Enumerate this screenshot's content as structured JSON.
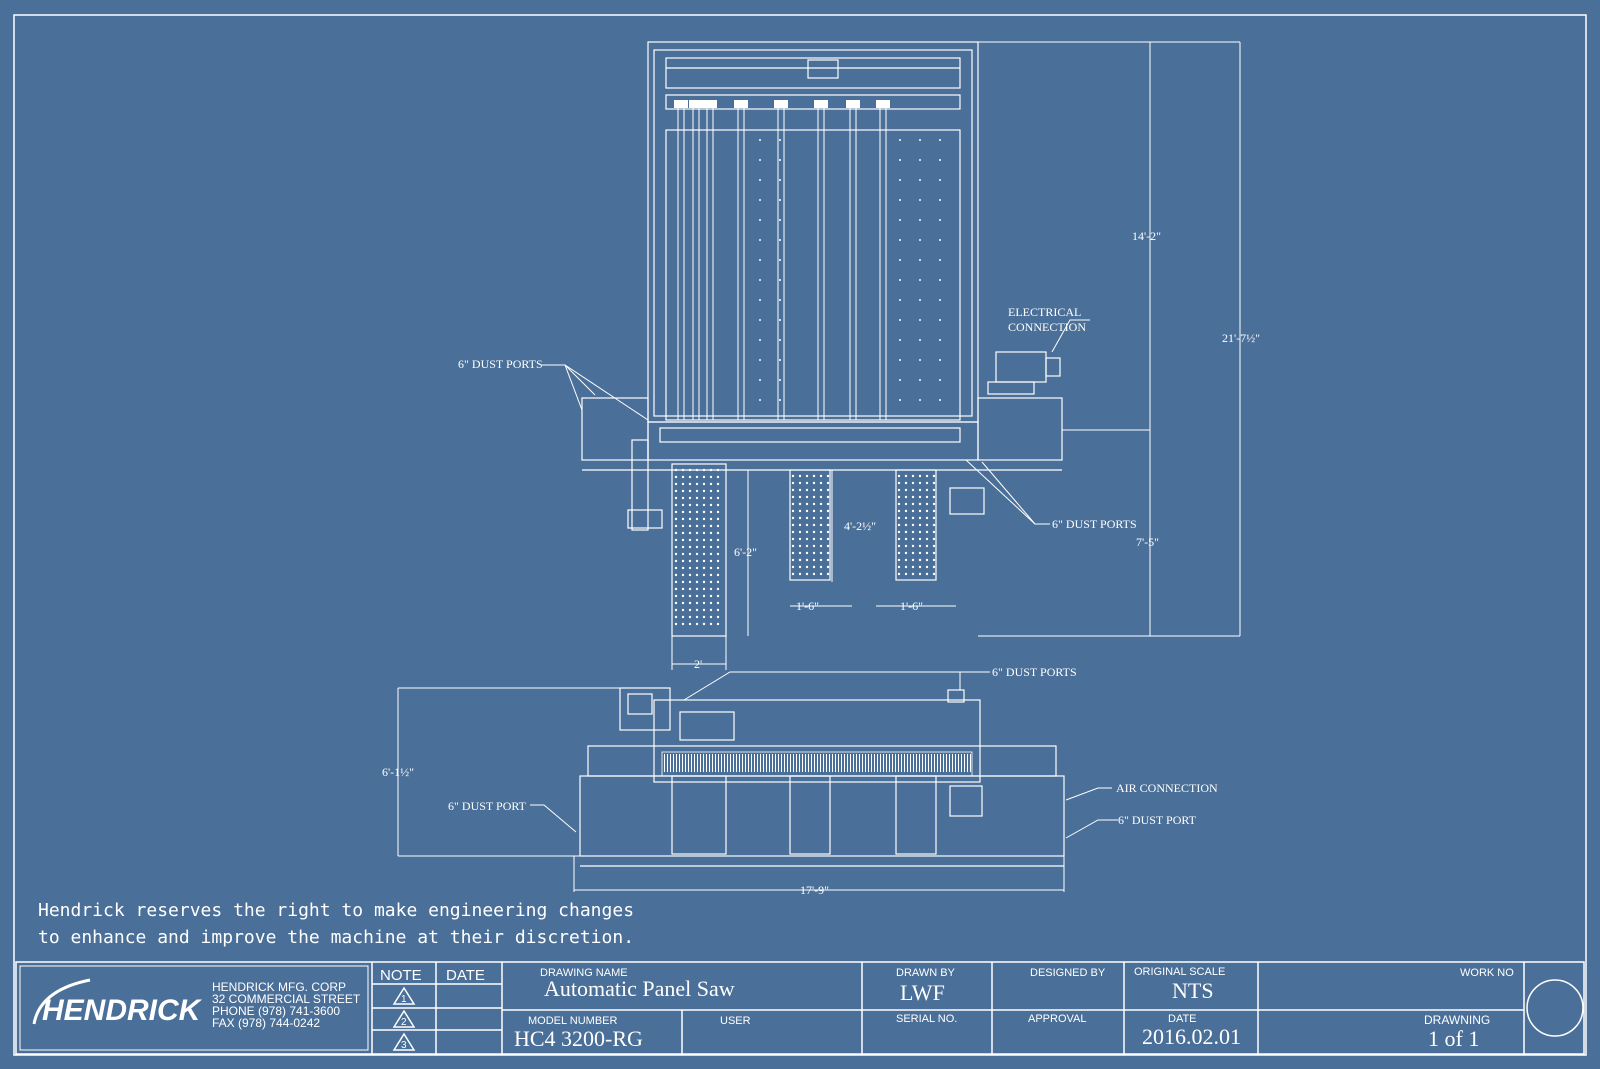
{
  "drawing": {
    "labels": {
      "dust_ports_left_top": "6\" DUST PORTS",
      "dust_ports_right_top": "6\" DUST PORTS",
      "dust_ports_front_top": "6\" DUST PORTS",
      "dust_port_left_front": "6\" DUST PORT",
      "dust_port_right_front": "6\" DUST PORT",
      "electrical_1": "ELECTRICAL",
      "electrical_2": "CONNECTION",
      "air_connection": "AIR CONNECTION"
    },
    "dimensions": {
      "height_upper": "14'-2\"",
      "height_total": "21'-7½\"",
      "height_lower": "7'-5\"",
      "support_len": "6'-2\"",
      "support_spacing": "4'-2½\"",
      "support_w1": "1'-6\"",
      "support_w2": "1'-6\"",
      "support_w0": "2'",
      "front_height": "6'-1½\"",
      "front_width": "17'-9\""
    }
  },
  "disclaimer": {
    "line1": "Hendrick reserves the right to make engineering changes",
    "line2": "to enhance and improve the machine at their discretion."
  },
  "title_block": {
    "logo_text": "HENDRICK",
    "company_lines": [
      "HENDRICK MFG. CORP",
      "32 COMMERCIAL STREET",
      "PHONE (978) 741-3600",
      "FAX (978) 744-0242"
    ],
    "note_header": "NOTE",
    "date_header": "DATE",
    "notes": [
      "1",
      "2",
      "3"
    ],
    "drawing_name_label": "DRAWING NAME",
    "drawing_name": "Automatic Panel Saw",
    "model_number_label": "MODEL NUMBER",
    "model_number": "HC4 3200-RG",
    "user_label": "USER",
    "drawn_by_label": "DRAWN BY",
    "drawn_by": "LWF",
    "serial_label": "SERIAL NO.",
    "designed_by_label": "DESIGNED BY",
    "approval_label": "APPROVAL",
    "scale_label": "ORIGINAL SCALE",
    "scale": "NTS",
    "date_label": "DATE",
    "date": "2016.02.01",
    "work_no_label": "WORK NO",
    "drawing_label": "DRAWNING",
    "drawing_of": "1 of 1"
  },
  "colors": {
    "background": "#4a6f98",
    "lines": "#ffffff"
  }
}
